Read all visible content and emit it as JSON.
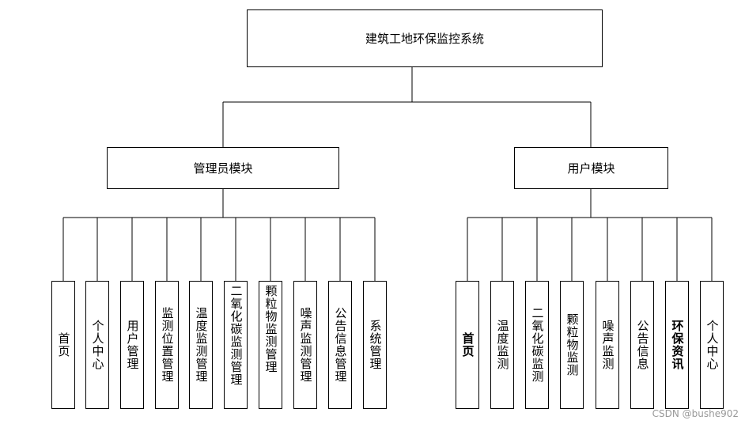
{
  "root": {
    "label": "建筑工地环保监控系统"
  },
  "modules": [
    {
      "label": "管理员模块",
      "children": [
        "首页",
        "个人中心",
        "用户管理",
        "监测位置管理",
        "温度监测管理",
        "二氧化碳监测管理",
        "颗粒物监测管理",
        "噪声监测管理",
        "公告信息管理",
        "系统管理"
      ]
    },
    {
      "label": "用户模块",
      "children": [
        "首页",
        "温度监测",
        "二氧化碳监测",
        "颗粒物监测",
        "噪声监测",
        "公告信息",
        "环保资讯",
        "个人中心"
      ]
    }
  ],
  "watermark": "CSDN @bushe902"
}
